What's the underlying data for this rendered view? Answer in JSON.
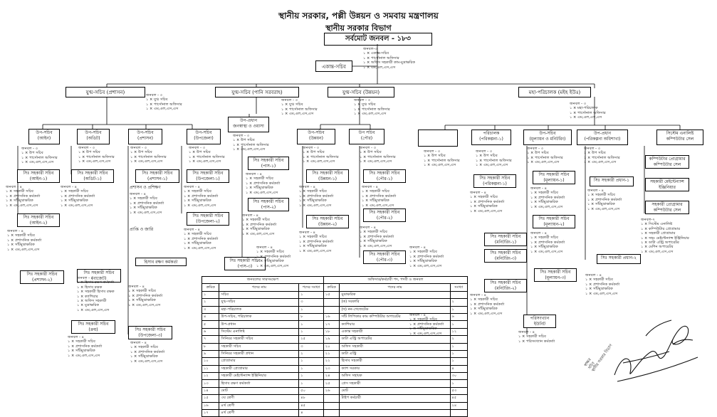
{
  "header": {
    "ministry": "স্থানীয় সরকার, পল্লী উন্নয়ন ও সমবায় মন্ত্রণালয়",
    "division": "স্থানীয় সরকার বিভাগ",
    "total": "সর্বমোট জনবল - ১৮৩"
  },
  "top": {
    "box": "একান্ত-সচিব",
    "notes": "জনবল-৩\n১ × একান্ত-সচিব\n১ × পার্সোনাল অফিসার\n১ × অফিস সহকারী কাম-মুদ্রাক্ষরিক\n১ × এম,এল,এস,এস"
  },
  "l1": [
    {
      "label": "যুগ্ম-সচিব (প্রশাসন)",
      "notes": "জনবল - ৩\n১ × যুগ্ম সচিব\n১ × পার্সোনাল অফিসার\n১ × এম,এল,এস,এস"
    },
    {
      "label": "যুগ্ম-সচিব (পানি সরবরাহ)",
      "notes": "জনবল - ৩\n১ × যুগ্ম সচিব\n১ × পার্সোনাল অফিসার\n১ × এম,এল,এস,এস"
    },
    {
      "label": "যুগ্ম-সচিব (উন্নয়ন)",
      "notes": "জনবল - ৩\n১ × যুগ্ম সচিব\n১ × পার্সোনাল অফিসার\n১ × এম,এল,এস,এস"
    },
    {
      "label": "মহা-পরিচালক (মইহ ইউঃ)",
      "notes": "জনবল - ৩\n১ × মহা-পরিচালক\n১ × পার্সোনাল অফিসার\n১ × এম,এল,এস,এস"
    }
  ],
  "l2": [
    {
      "label": "উপ-সচিব\n(আইন)"
    },
    {
      "label": "উপ-সচিব\n(অডিট)"
    },
    {
      "label": "উপ-সচিব\n(প্রশাসন)"
    },
    {
      "label": "উপ-সচিব\n(উপজেলা)"
    },
    {
      "label": "উপ-প্রধান\nজনস্বাস্থ্য ও ওয়াসা"
    },
    {
      "label": "উপ-সচিব\n(উন্নয়ন)"
    },
    {
      "label": "উপ সচিব\n(পৌর)"
    },
    {
      "label": ""
    },
    {
      "label": "পরিচালক\n(পরিকল্পনা-১)"
    },
    {
      "label": "উপ-সচিব\n(মূল্যায়ন ও মনিটরিং)"
    },
    {
      "label": "উপ-প্রধান\n(পরিকল্পনা অধিশাখা)"
    },
    {
      "label": "সিস্টেম এনালিষ্ট\nকম্পিউটার সেল"
    }
  ],
  "l2notes": "জনবল - ৩\n১ × উপ সচিব\n১ × পার্সোনাল অফিসার\n১ × এম,এল,এস,এস",
  "l3label": "সিঃ সহকারী সচিব",
  "l3": [
    {
      "label": "সিঃ সহকারী সচিব\n(আইন-১)"
    },
    {
      "label": "সিঃ সহকারী সচিব\n(আইন-২)"
    },
    {
      "label": "সিঃ সহকারী সচিব\n(অডিট-১)"
    },
    {
      "label": "সিঃ সহকারী সচিব\n(প্রশাসন-১)"
    },
    {
      "label": "সিঃ সহকারী সচিব\n(উপজেলা-১)"
    },
    {
      "label": "সিঃ সহকারী সচিব\n(উপজেলা-২)"
    },
    {
      "label": "সিঃ সহকারী সচিব\n(পাস-১)"
    },
    {
      "label": "সিঃ সহকারী সচিব\n(পাস-২)"
    },
    {
      "label": "সিঃ সহকারী সচিব\n(পাস-৩)"
    },
    {
      "label": "সিঃ সহকারী সচিব\n(উন্নয়ন-১)"
    },
    {
      "label": "সিঃ সহকারী সচিব\n(উন্নয়ন-২)"
    },
    {
      "label": "সিঃ সহকারী সচিব\n(পৌর-১)"
    },
    {
      "label": "সিঃ সহকারী সচিব\n(পৌর-২)"
    },
    {
      "label": "সিঃ সহকারী সচিব\n(পৌর-৩)"
    },
    {
      "label": "সিঃ সহকারী সচিব\n(পরিকল্পনা-১)"
    },
    {
      "label": "সিঃ সহকারী সচিব\n(মূল্যায়ন-১)"
    },
    {
      "label": "সিঃ সহকারী সচিব\n(মূল্যায়ন-২)"
    },
    {
      "label": "সিঃ সহকারী সচিব\n(মনিটরিং-১)"
    },
    {
      "label": "সিঃ সহকারী সচিব\n(মূল্যায়ন-৩)"
    },
    {
      "label": "সিঃ সহকারী সচিব\n(মনিটরিং-২)"
    },
    {
      "label": "সিঃ সহকারী সচিব\n(মনিটরিং-৩)"
    },
    {
      "label": "সিঃ সহকারী প্রধান-১"
    },
    {
      "label": "সিঃ সহকারী প্রধান-২"
    },
    {
      "label": "কম্পিউটার প্রোগ্রামার\nকম্পিউটার সেল"
    },
    {
      "label": "সহকারী মেইন্টেন্যান্স\nইঞ্জিনিয়ার"
    },
    {
      "label": "সহকারী প্রোগ্রামার\nকম্পিউটার সেল"
    },
    {
      "label": "সিঃ সহকারী সচিব\n(প্রশাসন-২)"
    },
    {
      "label": "সিঃ সহকারী সচিব\n(বাজেট)"
    },
    {
      "label": "সিঃ সহকারী সচিব\n(ক্রয়)"
    },
    {
      "label": "সিঃ সহকারী সচিব\n(উপজেলা-৩)"
    },
    {
      "label": "পরিসংখ্যান\nইউনিট"
    }
  ],
  "l3notes": "জনবল - ৪\n১ × সহকারী সচিব\n১ × প্রশাসনিক কর্মকর্তা\n১ × সাঁটমুদ্রাক্ষরিক\n১ × এম,এল,এস,এস",
  "misc": {
    "prashasan_prashikkhan": "প্রশাসন ও প্রশিক্ষণ",
    "prapti_jari": "প্রাপ্তি ও জারি",
    "hisab": "হিসাব রক্ষণ কর্মকর্তা",
    "hisab_notes": "জনবল - ৮\n১ × হিসাব রক্ষণ কর্মকর্তা\n১ × হিসাব রক্ষক\n১ × সহকারী হিসাব রক্ষক\n১ × ক্যাশিয়ার\n১ × অফিস সহকারী\n১ × মুদ্রাক্ষরিক\n১ × এম,এল,এস,এস",
    "computer_notes": "জনবল-৭\n১ × সিস্টেম এনালিষ্ট\n১ × কম্পিউটার প্রোগ্রামার\n১ × সহকারী প্রোগ্রামার\n১ × সহঃ মেইন্টেন্যান্স ইঞ্জিনিয়ার\n২ × ডাটা এন্ট্রি অপারেটর\n১ × মেশিন অপারেটর\n১ × এম,এল,এস,এস",
    "paris_notes": "জনবল - ৪\n১ × সহকারী সচিব\n১ × পরিসংখ্যান কর্মকর্তা"
  },
  "matrix": {
    "head_left": "জনবলের সারসংক্ষেপ",
    "head_right": "অফিসার/কর্মচারী পদ, পদবী ও জনবল",
    "col_headers": [
      "ক্রমিক",
      "পদের নাম",
      "পদের সংখ্যা",
      "ক্রমিক",
      "পদের নাম",
      "সংখ্যা"
    ],
    "rows": [
      [
        "১",
        "সচিব",
        "১",
        "১৫",
        "মুদ্রাক্ষরিক",
        ""
      ],
      [
        "২",
        "যুগ্ম-সচিব",
        "৩",
        "",
        "(ক) সরকারি",
        "২"
      ],
      [
        "৩",
        "মহা-পরিচালক",
        "১",
        "",
        "(খ) নন-গেজেটেড",
        "১"
      ],
      [
        "৪",
        "উপ-সচিব, পরিচালক",
        "৮",
        "১৬",
        "সাঁট লিপিকার কাম কম্পিউটার অপারেটর",
        "৬"
      ],
      [
        "৫",
        "উপ-প্রধান",
        "১",
        "১৭",
        "ক্যাশিয়ার",
        "১"
      ],
      [
        "৬",
        "সিস্টেম এনালিষ্ট",
        "১",
        "১৮",
        "একান্ত সহকারী",
        "১২"
      ],
      [
        "৭",
        "সিনিয়র সহকারী সচিব",
        "২৫",
        "১৯",
        "ডাটা এন্ট্রি অপারেটর",
        "২"
      ],
      [
        "৮",
        "সহকারী সচিব",
        "৩",
        "২০",
        "অফিস সহকারী",
        "১"
      ],
      [
        "৯",
        "সিনিয়র সহকারী প্রধান",
        "২",
        "২১",
        "ডাটা এন্ট্রি",
        "১"
      ],
      [
        "১০",
        "প্রোগ্রামার",
        "১",
        "২২",
        "হিসাব সহকারী",
        "১"
      ],
      [
        "১১",
        "সহকারী প্রোগ্রামার",
        "১",
        "২৩",
        "ক্যাশ সরকার",
        "৪"
      ],
      [
        "১২",
        "সহকারী মেইন্টেন্যান্স ইঞ্জিনিয়ার",
        "১",
        "২৪",
        "অফিস সহায়ক",
        "৩০"
      ],
      [
        "১৩",
        "হিসাব রক্ষণ কর্মকর্তা",
        "১",
        "২৫",
        "প্রেস সহকারী",
        "১"
      ],
      [
        "১৪",
        "মোট",
        "৫০",
        "২৬",
        "মোট",
        "৫৩"
      ],
      [
        "১৫",
        "৩য় শ্রেণী",
        "৪৮",
        "",
        "টাইপ কর্মচারী",
        "৪৫"
      ],
      [
        "১৬",
        "৪র্থ শ্রেণী",
        "৪৫",
        "",
        "",
        "২৪"
      ],
      [
        "১৭",
        "৪র্থ শ্রেণী",
        "৪",
        "",
        "",
        ""
      ]
    ]
  },
  "stamp": {
    "lines": [
      "স্বাক্ষর",
      "সচিব",
      "স্থানীয় সরকার বিভাগ"
    ]
  }
}
